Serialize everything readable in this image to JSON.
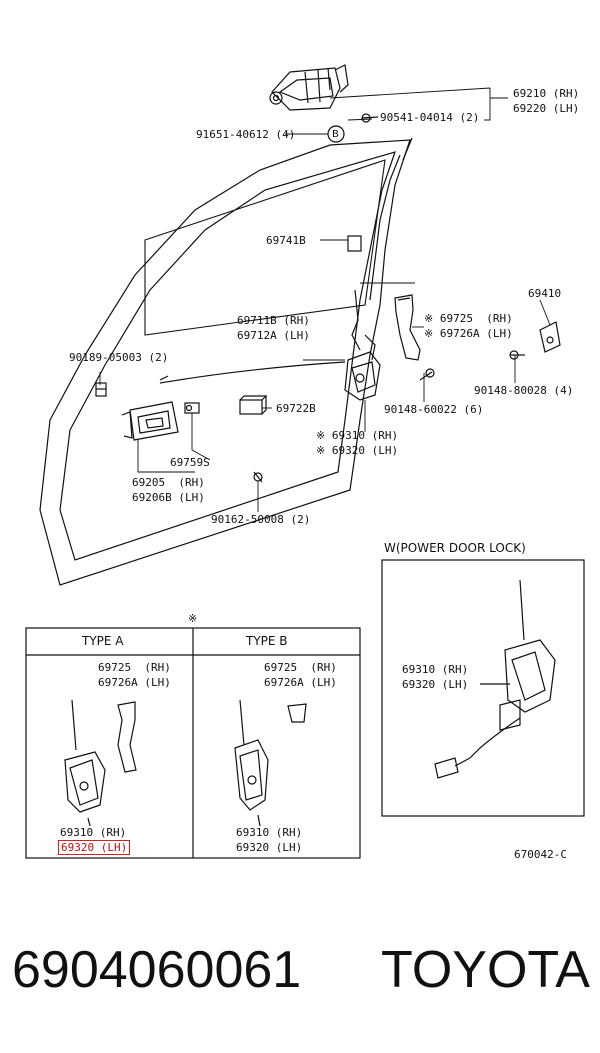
{
  "callouts": {
    "p69210_69220": {
      "line1": "69210 (RH)",
      "line2": "69220 (LH)"
    },
    "p90541": "90541-04014 (2)",
    "p91651": "91651-40612 (4)",
    "ref_b": "B",
    "p69741b": "69741B",
    "p69410": "69410",
    "p69725_69726a": {
      "line1": "※ 69725  (RH)",
      "line2": "※ 69726A (LH)"
    },
    "p69711b_69712a": {
      "line1": "69711B (RH)",
      "line2": "69712A (LH)"
    },
    "p90189": "90189-05003 (2)",
    "p90148": "90148-80028 (4)",
    "p69722b": "69722B",
    "p90148_60022": "90148-60022 (6)",
    "p69310_69320": {
      "line1": "※ 69310 (RH)",
      "line2": "※ 69320 (LH)"
    },
    "p69759s": "69759S",
    "p69205_69206b": {
      "line1": "69205  (RH)",
      "line2": "69206B (LH)"
    },
    "p90162": "90162-50008 (2)"
  },
  "note_mark": "※",
  "type_table": {
    "type_a": {
      "header": "TYPE A",
      "part1": {
        "line1": "69725  (RH)",
        "line2": "69726A (LH)"
      },
      "part2": {
        "line1": "69310 (RH)",
        "line2": "69320 (LH)"
      }
    },
    "type_b": {
      "header": "TYPE B",
      "part1": {
        "line1": "69725  (RH)",
        "line2": "69726A (LH)"
      },
      "part2": {
        "line1": "69310 (RH)",
        "line2": "69320 (LH)"
      }
    }
  },
  "power_lock": {
    "title": "W(POWER DOOR LOCK)",
    "part": {
      "line1": "69310 (RH)",
      "line2": "69320 (LH)"
    }
  },
  "figure_id": "670042-C",
  "highlight_color": "#d02020",
  "footer": {
    "part_number": "6904060061",
    "brand": "TOYOTA"
  }
}
